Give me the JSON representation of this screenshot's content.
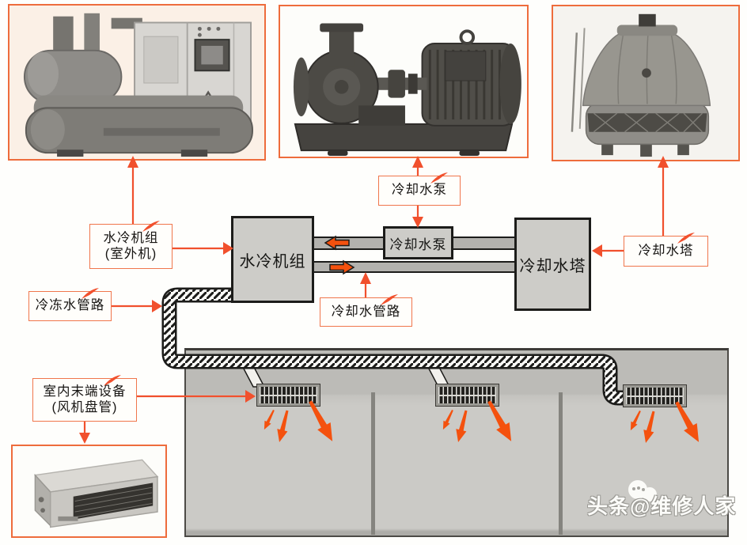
{
  "callout_labels": {
    "chiller": {
      "line1": "水冷机组",
      "line2": "(室外机)"
    },
    "chilled_water_pipe": {
      "line1": "冷冻水管路"
    },
    "indoor_terminal": {
      "line1": "室内末端设备",
      "line2": "(风机盘管)"
    },
    "cooling_pump": {
      "line1": "冷却水泵"
    },
    "cooling_water_pipe": {
      "line1": "冷却水管路"
    },
    "cooling_tower": {
      "line1": "冷却水塔"
    }
  },
  "schematic_boxes": {
    "chiller": "水冷机组",
    "pump": "冷却水泵",
    "tower": "冷却水塔"
  },
  "watermark": {
    "text": "头条@维修人家"
  },
  "colors": {
    "accent_arrow": "#f1502d",
    "flow_arrow": "#f4510e",
    "photo_frame": "#ee6c3c",
    "schematic_fill": "#cdccc8",
    "pipe_fill": "#b3b2ae",
    "room_fill": "#c8c7c3"
  }
}
